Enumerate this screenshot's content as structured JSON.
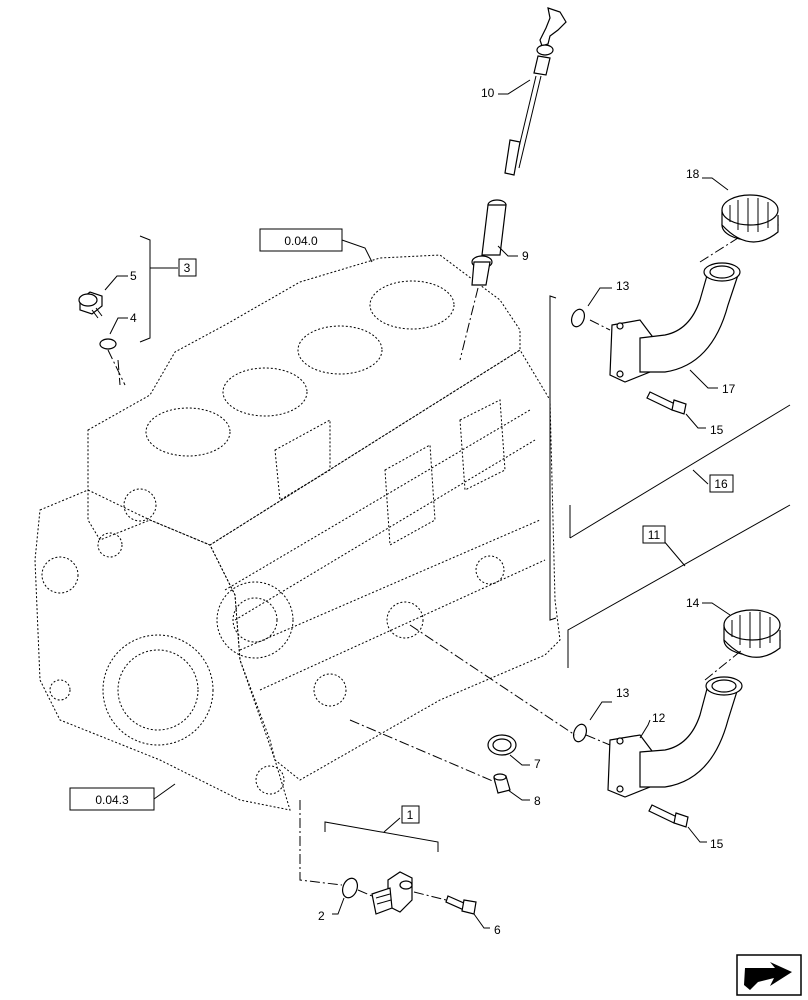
{
  "callouts": {
    "n1": "1",
    "n2": "2",
    "n3": "3",
    "n4": "4",
    "n5": "5",
    "n6": "6",
    "n7": "7",
    "n8": "8",
    "n9": "9",
    "n10": "10",
    "n11": "11",
    "n12": "12",
    "n13a": "13",
    "n13b": "13",
    "n14": "14",
    "n15a": "15",
    "n15b": "15",
    "n16": "16",
    "n17": "17",
    "n18": "18"
  },
  "references": {
    "block_top": "0.04.0",
    "block_bottom": "0.04.3"
  },
  "icons": {
    "nav": "return-arrow-icon"
  }
}
